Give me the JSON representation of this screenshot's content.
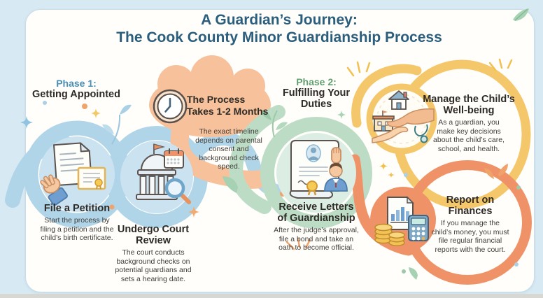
{
  "title": {
    "lines": [
      "A Guardian’s Journey:",
      "The Cook County Minor Guardianship Process"
    ]
  },
  "phase1": {
    "label": "Phase 1:",
    "name": "Getting Appointed"
  },
  "phase2": {
    "label": "Phase 2:",
    "name_lines": [
      "Fulfilling Your",
      "Duties"
    ]
  },
  "timeline_callout": {
    "icon": "clock-icon",
    "heading_lines": [
      "The Process",
      "Takes 1-2 Months"
    ],
    "note_lines": [
      "The exact timeline",
      "depends on parental",
      "consent and",
      "background check",
      "speed."
    ]
  },
  "steps": [
    {
      "icon": "petition-icon",
      "title_lines": [
        "File a Petition"
      ],
      "desc_lines": [
        "Start the process by",
        "filing a petition and the",
        "child’s birth certificate."
      ]
    },
    {
      "icon": "courthouse-icon",
      "title_lines": [
        "Undergo Court",
        "Review"
      ],
      "desc_lines": [
        "The court conducts",
        "background checks on",
        "potential guardians and",
        "sets a hearing date."
      ]
    },
    {
      "icon": "guardianship-letters-icon",
      "title_lines": [
        "Receive Letters",
        "of Guardianship"
      ],
      "desc_lines": [
        "After the judge’s approval,",
        "file a bond and take an",
        "oath to become official."
      ]
    },
    {
      "icon": "child-wellbeing-icon",
      "title_lines": [
        "Manage the Child’s",
        "Well-being"
      ],
      "desc_lines": [
        "As a guardian, you",
        "make key decisions",
        "about the child’s care,",
        "school, and health."
      ]
    },
    {
      "icon": "finances-icon",
      "title_lines": [
        "Report on",
        "Finances"
      ],
      "desc_lines": [
        "If you manage the",
        "child’s money, you must",
        "file regular financial",
        "reports with the court."
      ]
    }
  ],
  "colors": {
    "background": "#d7e9f3",
    "card": "#fffefb",
    "title_text": "#2b5e7d",
    "phase1_accent": "#4a8fb5",
    "phase2_accent": "#639f72",
    "path_blue": "#b0d5e8",
    "cloud_orange": "#f6c19b",
    "path_green": "#bddcc6",
    "ring_yellow": "#f5c76b",
    "ring_orange": "#ef9268",
    "gold": "#f3c257"
  }
}
